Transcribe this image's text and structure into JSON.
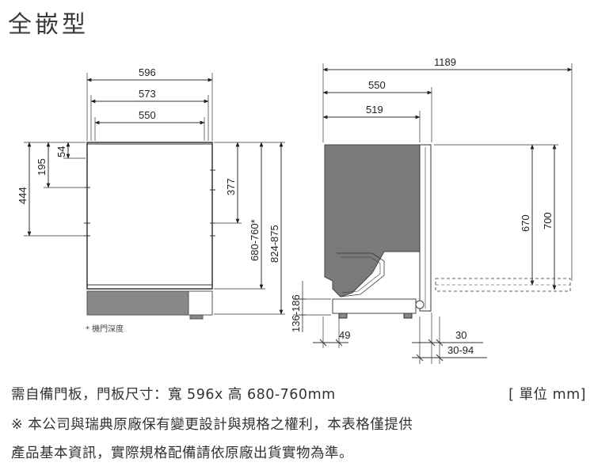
{
  "title": "全嵌型",
  "front_view": {
    "width_labels": [
      "596",
      "573",
      "550"
    ],
    "height_labels": [
      "444",
      "195",
      "54",
      "377",
      "680-760*",
      "824-875"
    ],
    "footnote": "* 機門深度"
  },
  "side_view": {
    "depth_labels": [
      "1189",
      "550",
      "519"
    ],
    "height_labels": [
      "670",
      "700",
      "136-186"
    ],
    "bottom_labels": [
      "49",
      "30",
      "30-94"
    ]
  },
  "footer": {
    "line1": "需自備門板，門板尺寸：寬 596x 高 680-760mm",
    "unit": "[ 單位 mm]",
    "line2": "※ 本公司與瑞典原廠保有變更設計與規格之權利，本表格僅提供",
    "line3": "產品基本資訊，實際規格配備請依原廠出貨實物為準。"
  }
}
